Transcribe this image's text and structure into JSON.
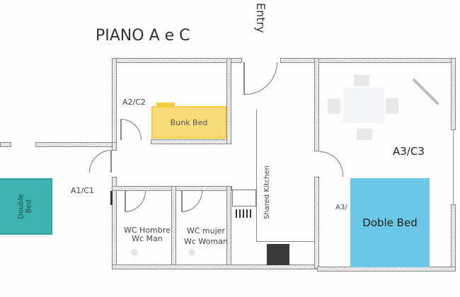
{
  "title": "PIANO A e C",
  "entry_label": "Entry",
  "rooms": {
    "a2c2": {
      "label": "A2/C2",
      "bed_label": "Bunk Bed",
      "bed_color": "#f7d96a"
    },
    "a1c1": {
      "label": "A1/C1",
      "bed_label_line1": "Double",
      "bed_label_line2": "Bed",
      "bed_color": "#3fb3b3"
    },
    "kitchen": {
      "label": "Shared Kitchen"
    },
    "a3c3": {
      "label": "A3/C3",
      "label_partial": "A3/",
      "bed_label": "Doble Bed",
      "bed_color": "#6bc8e6"
    },
    "wc_man": {
      "line1": "WC Hombre",
      "line2": "Wc Man"
    },
    "wc_woman": {
      "line1": "WC mujer",
      "line2": "Wc Woman"
    }
  }
}
